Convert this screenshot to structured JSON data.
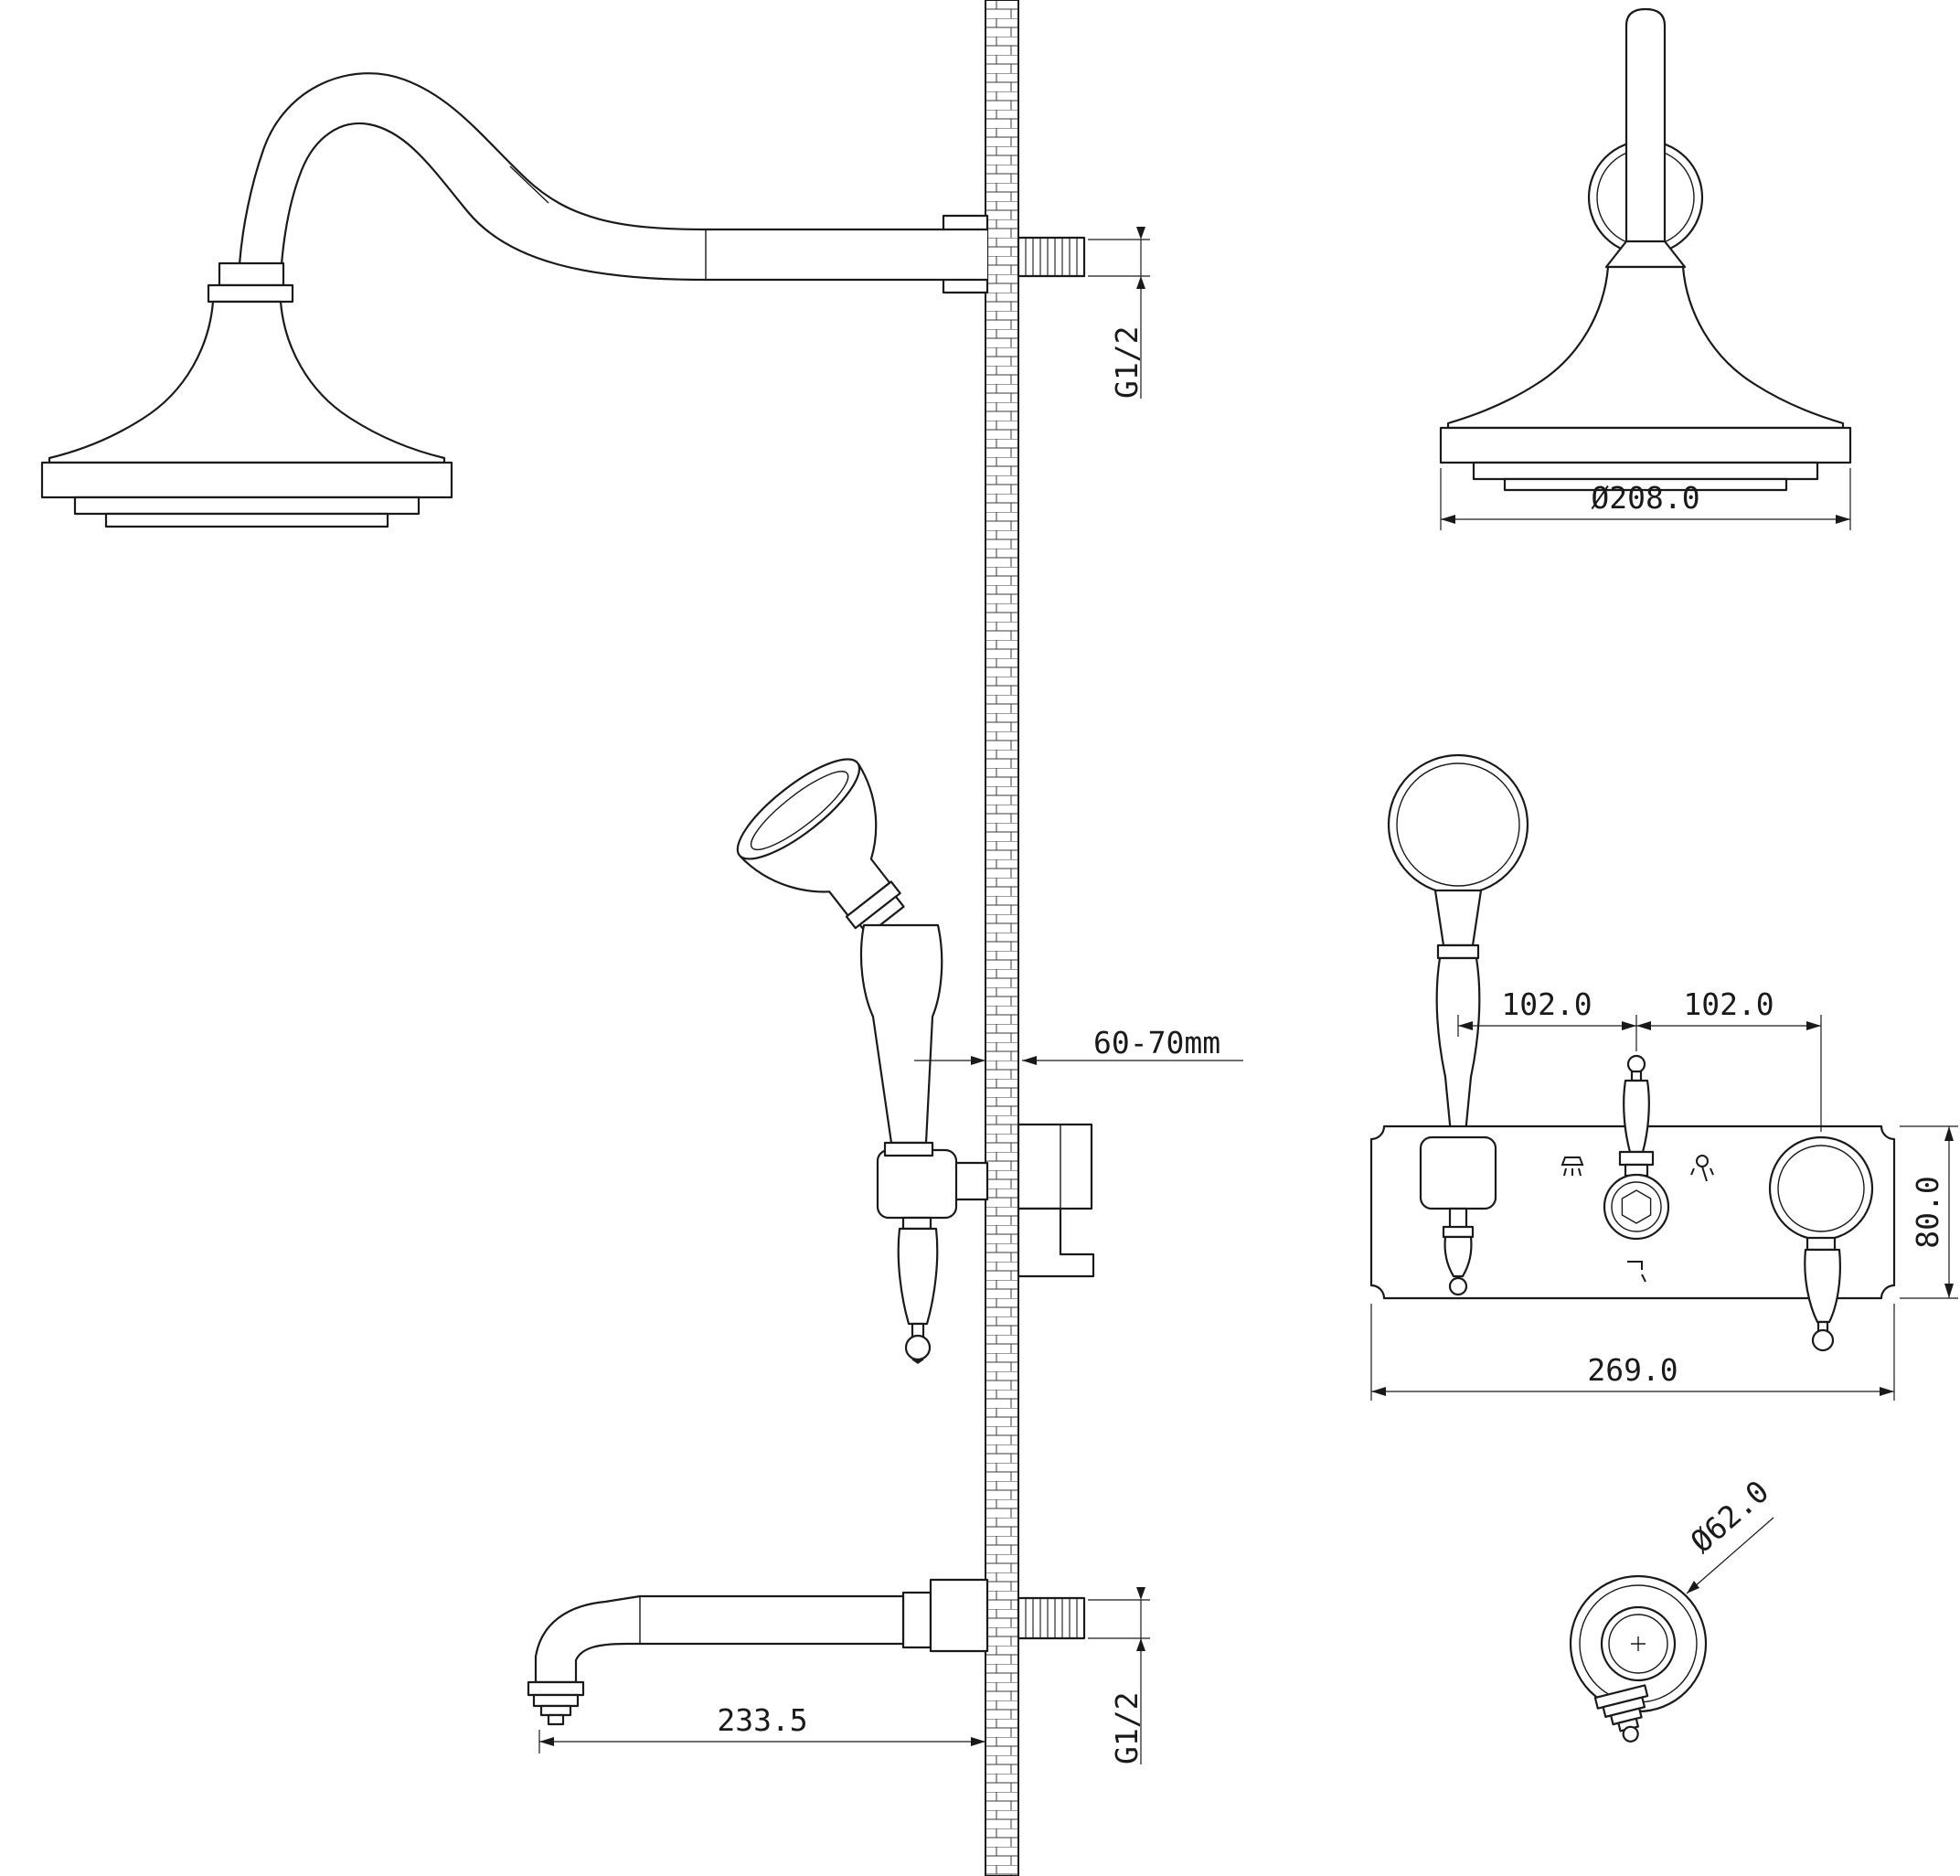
{
  "colors": {
    "background": "#ffffff",
    "line": "#1a1a1a"
  },
  "labels": {
    "arm_thread": "G1/2",
    "head_diameter": "Ø208.0",
    "wall_thickness": "60-70mm",
    "spacing_left": "102.0",
    "spacing_right": "102.0",
    "plate_height": "80.0",
    "plate_width": "269.0",
    "spout_reach": "233.5",
    "spout_thread": "G1/2",
    "escutcheon_diameter": "Ø62.0"
  }
}
